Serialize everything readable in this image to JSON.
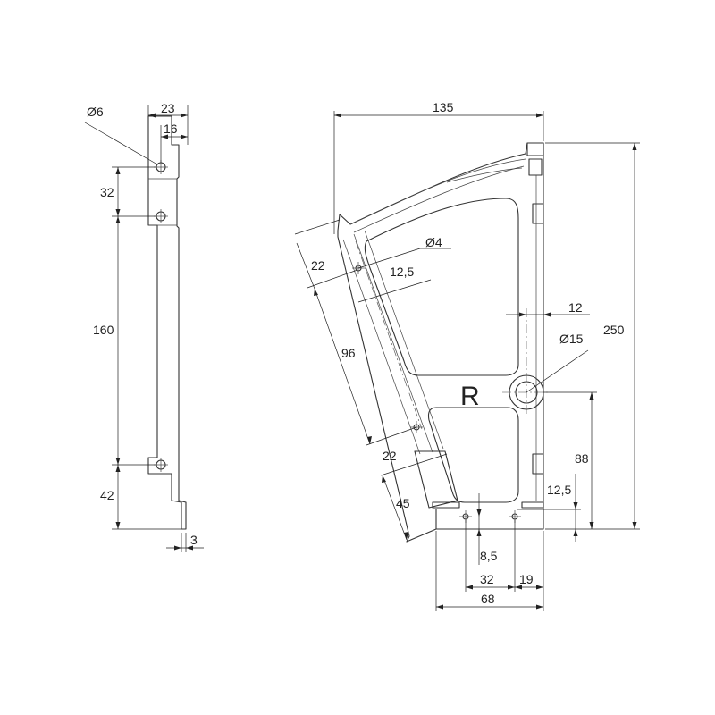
{
  "side_view": {
    "dim_hole_diameter": "Ø6",
    "dim_width_23": "23",
    "dim_width_16": "16",
    "dim_32": "32",
    "dim_160": "160",
    "dim_42": "42",
    "dim_3": "3"
  },
  "front_view": {
    "dim_135": "135",
    "dim_250": "250",
    "dim_hole_small": "Ø4",
    "dim_12_5_top": "12,5",
    "dim_12": "12",
    "dim_hole_large": "Ø15",
    "dim_22_top": "22",
    "dim_96": "96",
    "dim_22_bottom": "22",
    "dim_45": "45",
    "dim_88": "88",
    "dim_12_5_bottom": "12,5",
    "dim_8_5": "8,5",
    "dim_32": "32",
    "dim_19": "19",
    "dim_68": "68",
    "orientation_mark": "R"
  }
}
